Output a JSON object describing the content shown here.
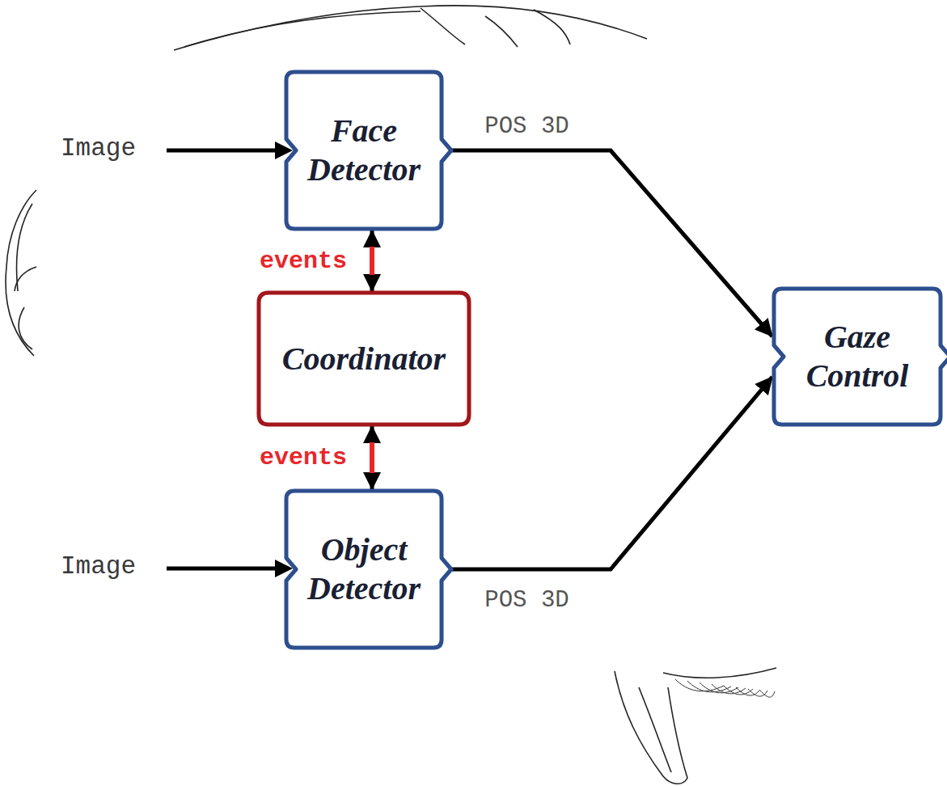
{
  "diagram": {
    "nodes": [
      {
        "text": [
          "Face Detector"
        ]
      },
      {
        "text": [
          "Coordinator"
        ]
      },
      {
        "text": [
          "Object Detector"
        ]
      },
      {
        "text": [
          "Gaze Control"
        ]
      }
    ],
    "edges": [
      {
        "from": 0,
        "to": 3,
        "arrow": "to",
        "label": "POS 3D"
      },
      {
        "from": 2,
        "to": 3,
        "arrow": "to",
        "label": "POS 3D"
      },
      {
        "from": 0,
        "to": 1,
        "arrow": "both",
        "label": "events"
      },
      {
        "from": 1,
        "to": 2,
        "arrow": "both",
        "label": "events"
      }
    ],
    "labels": [
      "Image",
      "Image"
    ]
  }
}
